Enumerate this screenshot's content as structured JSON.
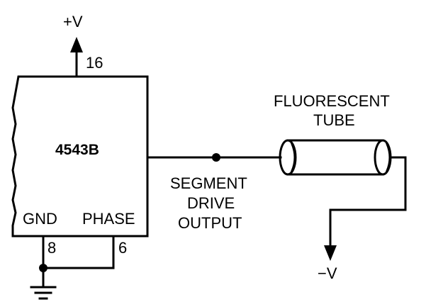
{
  "supply_positive": "+V",
  "supply_negative": "−V",
  "chip": {
    "part_number": "4543B",
    "vcc_pin": "16",
    "gnd_label": "GND",
    "gnd_pin": "8",
    "phase_label": "PHASE",
    "phase_pin": "6"
  },
  "output_label": [
    "SEGMENT",
    "DRIVE",
    "OUTPUT"
  ],
  "tube_label": [
    "FLUORESCENT",
    "TUBE"
  ]
}
